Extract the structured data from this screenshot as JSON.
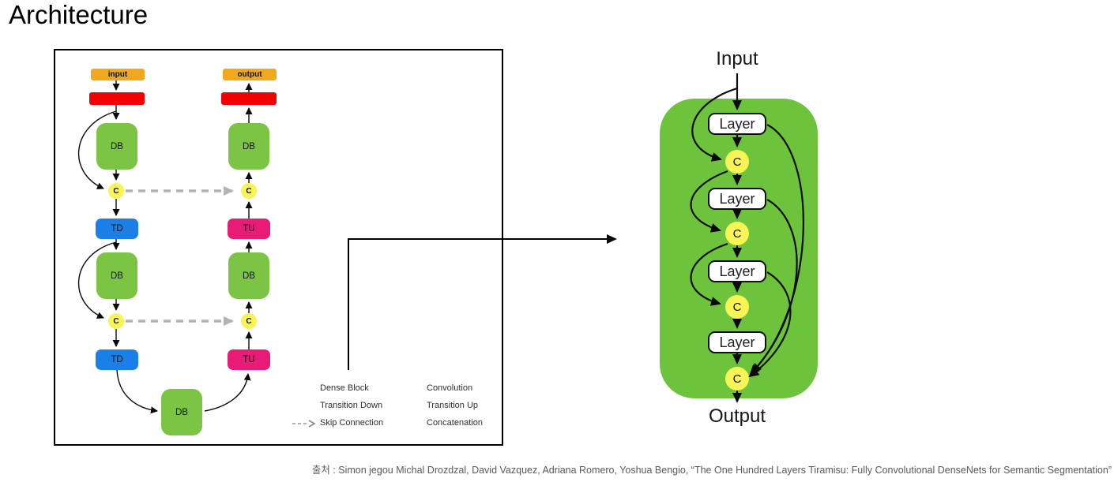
{
  "title": "Architecture",
  "colors": {
    "db-green": "#7cc544",
    "block-green": "#6ec33c",
    "conv-red": "#f40000",
    "td-blue": "#1a80e8",
    "tu-pink": "#e81b77",
    "concat-yellow": "#f7f455",
    "io-orange": "#f0a91e",
    "skip-gray": "#b3b3b3",
    "citation-gray": "#595959"
  },
  "left_diagram": {
    "labels": {
      "input": "input",
      "output": "output",
      "db": "DB",
      "td": "TD",
      "tu": "TU",
      "c": "C"
    },
    "legend": [
      {
        "icon": "dense-block-swatch",
        "label": "Dense Block"
      },
      {
        "icon": "transition-down-swatch",
        "label": "Transition Down"
      },
      {
        "icon": "skip-connection-arrow",
        "label": "Skip Connection"
      },
      {
        "icon": "convolution-swatch",
        "label": "Convolution"
      },
      {
        "icon": "transition-up-swatch",
        "label": "Transition Up"
      },
      {
        "icon": "concatenation-swatch",
        "label": "Concatenation"
      }
    ]
  },
  "right_diagram": {
    "labels": {
      "input": "Input",
      "output": "Output",
      "layer": "Layer",
      "c": "C"
    }
  },
  "citation": "출처 : Simon jegou Michal Drozdzal, David Vazquez, Adriana Romero, Yoshua Bengio, “The One Hundred Layers Tiramisu: Fully Convolutional DenseNets for Semantic Segmentation”"
}
